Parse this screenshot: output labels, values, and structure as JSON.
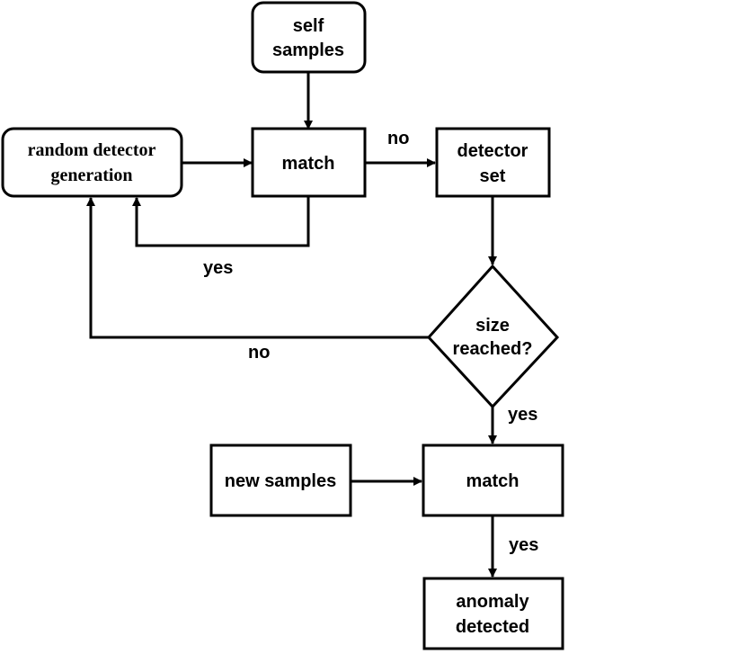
{
  "nodes": {
    "self_samples": {
      "line1": "self",
      "line2": "samples"
    },
    "random_detector_generation": {
      "line1": "random detector",
      "line2": "generation"
    },
    "match_training": {
      "label": "match"
    },
    "detector_set": {
      "line1": "detector",
      "line2": "set"
    },
    "size_reached": {
      "line1": "size",
      "line2": "reached?"
    },
    "new_samples": {
      "label": "new samples"
    },
    "match_detection": {
      "label": "match"
    },
    "anomaly_detected": {
      "line1": "anomaly",
      "line2": "detected"
    }
  },
  "edges": {
    "match_to_detector_set": "no",
    "match_back_to_generation": "yes",
    "size_not_reached": "no",
    "size_reached_yes": "yes",
    "match_to_anomaly": "yes"
  },
  "colors": {
    "stroke": "#000000",
    "fill": "#ffffff",
    "text": "#000000"
  }
}
